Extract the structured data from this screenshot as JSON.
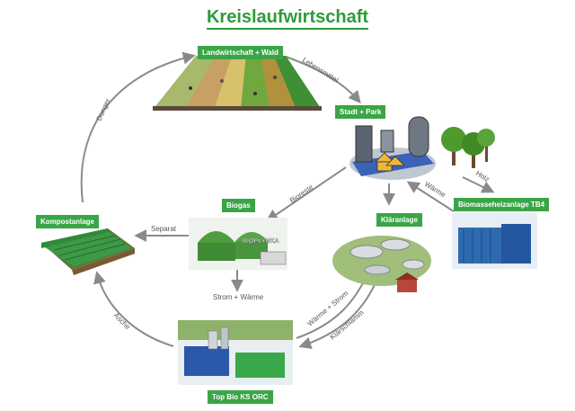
{
  "title": "Kreislaufwirtschaft",
  "nodes": {
    "landwirtschaft": "Landwirtschaft + Wald",
    "stadt": "Stadt + Park",
    "biomasse": "Biomasseheizanlage TB4",
    "klaeranlage": "Kläranlage",
    "biogas": "Biogas",
    "kompost": "Kompostanlage",
    "orc": "Top Bio KS ORC"
  },
  "flows": {
    "lebensmittel": "Lebensmittel",
    "holz": "Holz",
    "waerme": "Wärme",
    "bioreste": "Bioreste",
    "separat": "Separat",
    "strom_waerme_out": "Strom + Wärme",
    "waerme_strom": "Wärme + Strom",
    "klaerschlamm": "Klärschlamm",
    "asche": "Asche",
    "duenger": "Dünger"
  },
  "biogas_logo": "BIOPLYNKA",
  "colors": {
    "accent": "#3aa547",
    "title": "#2f9a3a",
    "arrow": "#8a8a8a"
  }
}
